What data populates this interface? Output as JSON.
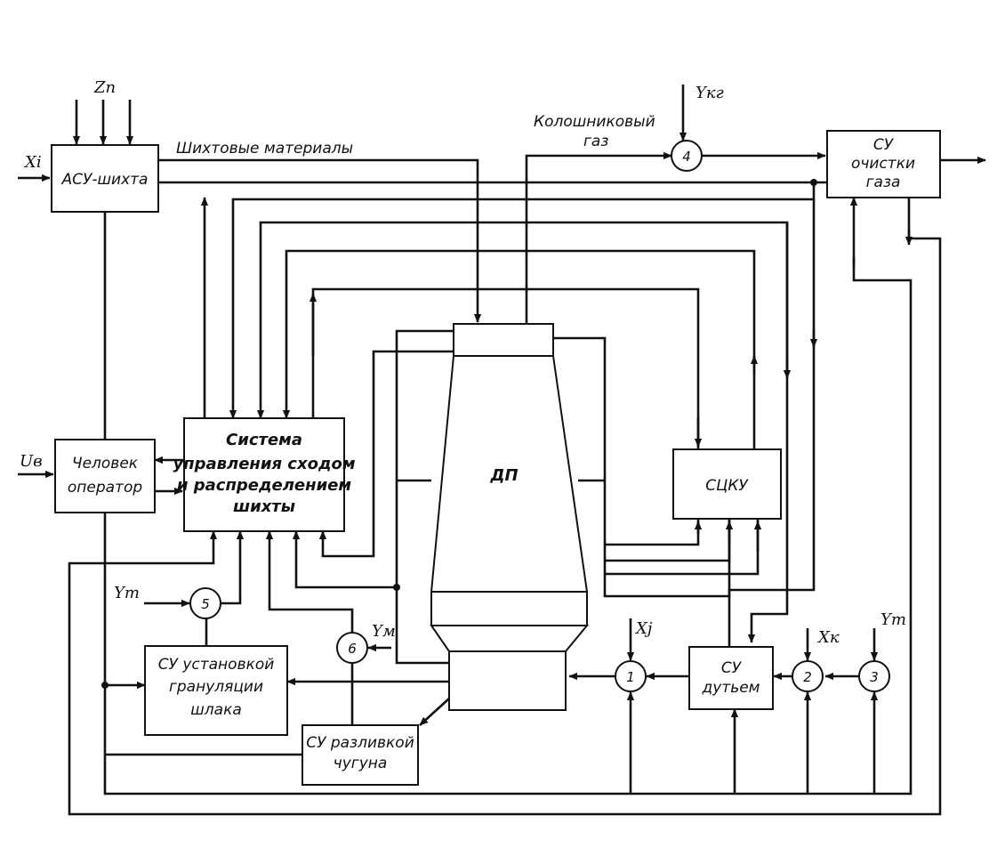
{
  "blocks": {
    "asu_shikhta": "АСУ-шихта",
    "system_line1": "Система",
    "system_line2": "управления сходом",
    "system_line3": "и распределением",
    "system_line4": "шихты",
    "operator_line1": "Человек",
    "operator_line2": "оператор",
    "dp": "ДП",
    "sckv": "СЦКУ",
    "gas_cleaning_line1": "СУ",
    "gas_cleaning_line2": "очистки",
    "gas_cleaning_line3": "газа",
    "blast_line1": "СУ",
    "blast_line2": "дутьем",
    "slag_line1": "СУ установкой",
    "slag_line2": "грануляции",
    "slag_line3": "шлака",
    "casting_line1": "СУ разливкой",
    "casting_line2": "чугуна"
  },
  "labels": {
    "charge_materials": "Шихтовые материалы",
    "top_gas_line1": "Колошниковый",
    "top_gas_line2": "газ"
  },
  "variables": {
    "x_i": "Xi",
    "z_n": "Zn",
    "u_b": "Uв",
    "y_kg": "Yкг",
    "y_m_left": "Ym",
    "y_m_vm": "Yм",
    "x_j": "Xj",
    "x_k": "Xк",
    "y_m_right": "Ym"
  },
  "nodes": [
    "1",
    "2",
    "3",
    "4",
    "5",
    "6"
  ]
}
